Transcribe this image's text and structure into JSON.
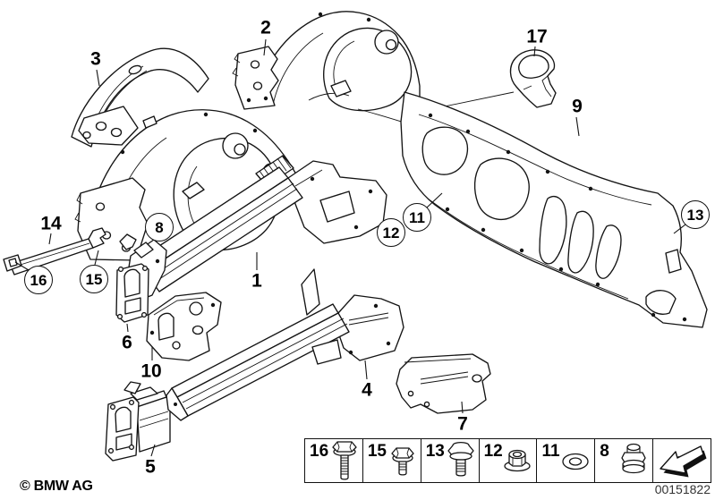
{
  "footer": {
    "copyright": "© BMW AG",
    "image_number": "00151822"
  },
  "callouts": {
    "n1": "1",
    "n2": "2",
    "n3": "3",
    "n4": "4",
    "n5": "5",
    "n6": "6",
    "n7": "7",
    "n9": "9",
    "n10": "10",
    "n14": "14",
    "n17": "17",
    "c8": "8",
    "c11": "11",
    "c12": "12",
    "c13": "13",
    "c15": "15",
    "c16": "16"
  },
  "legend": {
    "items": [
      {
        "label": "16",
        "icon": "hex-flange-bolt-long-icon"
      },
      {
        "label": "15",
        "icon": "hex-flange-bolt-short-icon"
      },
      {
        "label": "13",
        "icon": "hex-bolt-icon"
      },
      {
        "label": "12",
        "icon": "hex-flange-nut-icon"
      },
      {
        "label": "11",
        "icon": "flat-washer-icon"
      },
      {
        "label": "8",
        "icon": "expanding-nut-icon"
      }
    ],
    "nav_arrow_icon": "prev-page-arrow-icon"
  }
}
